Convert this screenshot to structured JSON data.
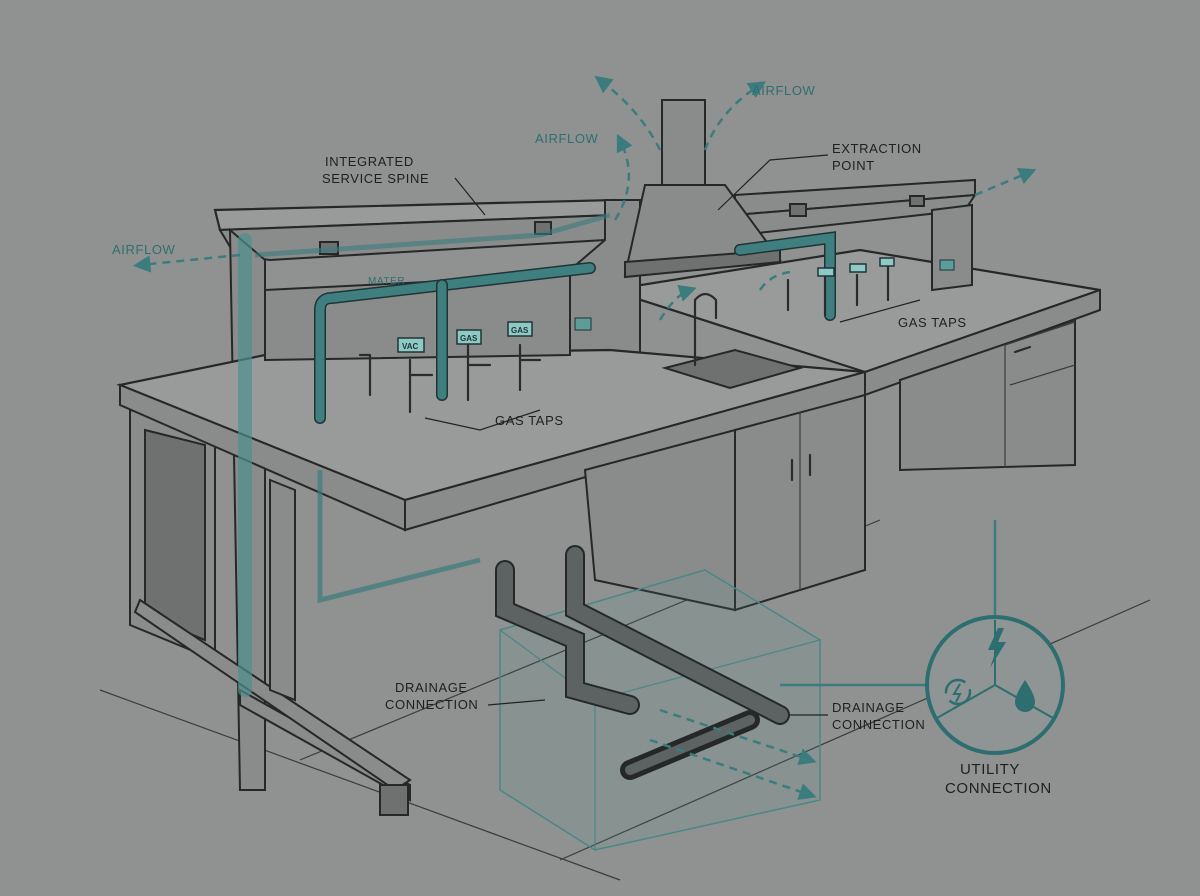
{
  "labels": {
    "integrated_service_spine": [
      "INTEGRATED",
      "SERVICE SPINE"
    ],
    "extraction_point": [
      "EXTRACTION",
      "POINT"
    ],
    "airflow_left": "AIRFLOW",
    "airflow_center": "AIRFLOW",
    "airflow_top": "AIRFLOW",
    "water": "MATER",
    "gas_taps_left": "GAS TAPS",
    "gas_taps_right": "GAS TAPS",
    "drainage_connection_left": [
      "DRAINAGE",
      "CONNECTION"
    ],
    "drainage_connection_right": [
      "DRAINAGE",
      "CONNECTION"
    ],
    "utility_connection": [
      "UTILITY",
      "CONNECTION"
    ]
  },
  "tap_tags": [
    "VAC",
    "GAS",
    "GAS"
  ],
  "utility_icons": [
    "lightning-icon",
    "power-cycle-icon",
    "water-drop-icon"
  ],
  "colors": {
    "background": "#909291",
    "accent": "#3f7f80",
    "ink": "#262828"
  }
}
